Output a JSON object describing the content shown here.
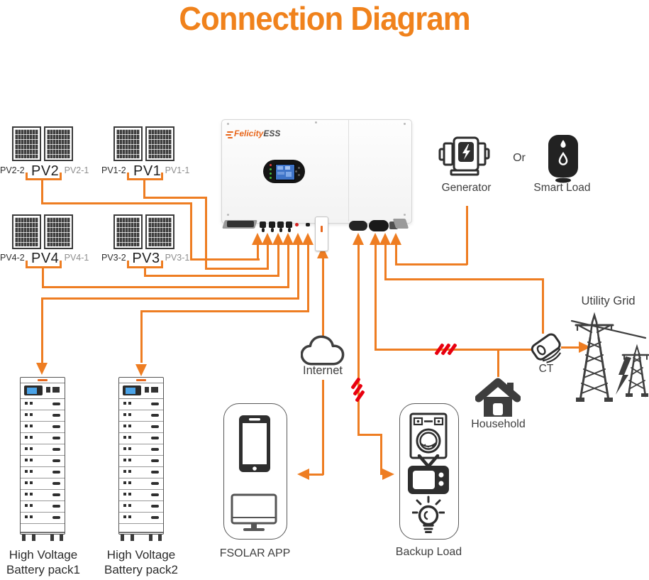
{
  "title": "Connection Diagram",
  "colors": {
    "title_orange": "#F0821C",
    "wire_orange": "#EE7D22",
    "hatch_red": "#E8000F",
    "label_dark": "#3F3F3F",
    "label_gray": "#8E8E8E",
    "screen_blue": "#3F74C8"
  },
  "pv_groups": [
    {
      "left": "PV2-2",
      "center": "PV2",
      "right": "PV2-1"
    },
    {
      "left": "PV1-2",
      "center": "PV1",
      "right": "PV1-1"
    },
    {
      "left": "PV4-2",
      "center": "PV4",
      "right": "PV4-1"
    },
    {
      "left": "PV3-2",
      "center": "PV3",
      "right": "PV3-1"
    }
  ],
  "inverter": {
    "brand_left": "Felicity",
    "brand_right": "ESS"
  },
  "nodes": {
    "generator": "Generator",
    "or": "Or",
    "smart_load": "Smart Load",
    "utility_grid": "Utility Grid",
    "ct": "CT",
    "household": "Household",
    "internet": "Internet",
    "fsolar_app": "FSOLAR APP",
    "backup_load": "Backup Load",
    "battery1": [
      "High Voltage",
      "Battery pack1"
    ],
    "battery2": [
      "High Voltage",
      "Battery pack2"
    ]
  },
  "icons": [
    "solar-panel",
    "inverter",
    "wifi-dongle",
    "generator",
    "water-heater",
    "utility-tower",
    "ct-clamp",
    "cloud",
    "house",
    "battery-rack",
    "smartphone",
    "monitor",
    "washing-machine",
    "tv",
    "light-bulb"
  ]
}
